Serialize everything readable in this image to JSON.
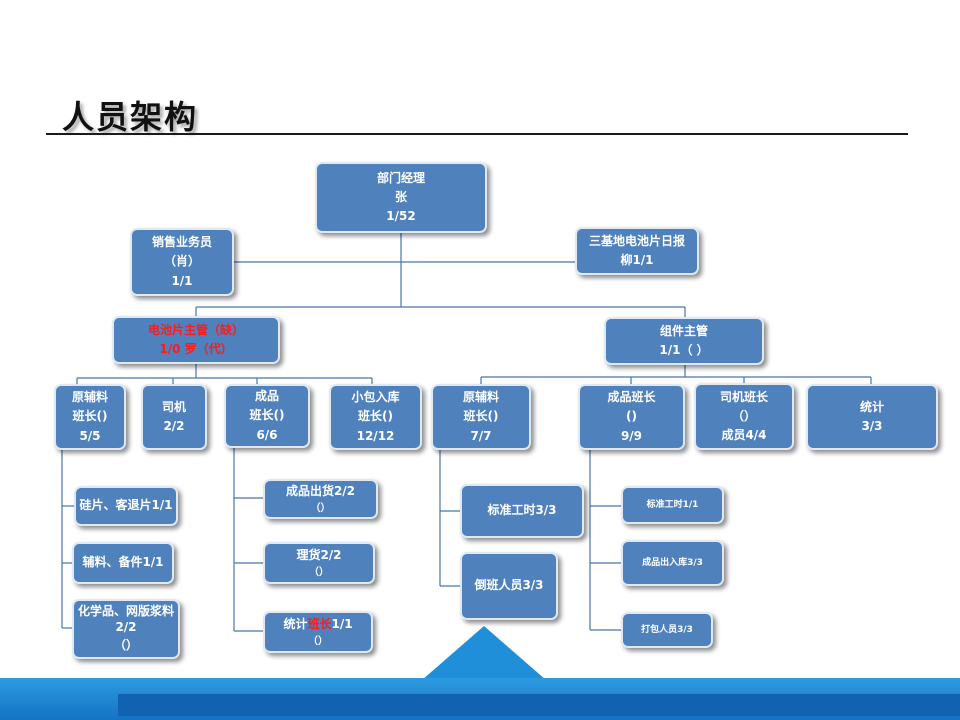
{
  "page": {
    "title": "人员架构"
  },
  "nodes": {
    "manager": [
      "部门经理",
      "张",
      "1/52"
    ],
    "sales": [
      "销售业务员",
      "（肖）",
      "1/1"
    ],
    "report": [
      "三基地电池片日报",
      "柳1/1"
    ],
    "cell_supervisor": [
      "电池片主管（缺）",
      "1/0 罗（代）"
    ],
    "module_supervisor": [
      "组件主管",
      "1/1（ ）"
    ],
    "c_raw": [
      "原辅料",
      "班长()",
      "5/5"
    ],
    "c_driver": [
      "司机",
      "2/2"
    ],
    "c_product": [
      "成品",
      "班长()",
      "6/6"
    ],
    "c_smallpack": [
      "小包入库",
      "班长()",
      "12/12"
    ],
    "m_raw": [
      "原辅料",
      "班长()",
      "7/7"
    ],
    "m_product": [
      "成品班长",
      "()",
      "9/9"
    ],
    "m_driver": [
      "司机班长",
      "（）",
      "成员4/4"
    ],
    "m_stats": [
      "统计",
      "3/3"
    ],
    "c_raw_1": [
      "硅片、客退片1/1"
    ],
    "c_raw_2": [
      "辅料、备件1/1"
    ],
    "c_raw_3": [
      "化学品、网版浆料2/2",
      "（）"
    ],
    "c_prod_1": [
      "成品出货2/2",
      "（）"
    ],
    "c_prod_2": [
      "理货2/2",
      "（）"
    ],
    "c_prod_3": {
      "a": "统计",
      "b": "班长",
      "c": "1/1",
      "d": "（）"
    },
    "m_raw_1": [
      "标准工时3/3"
    ],
    "m_raw_2": [
      "倒班人员3/3"
    ],
    "m_prod_1": [
      "标准工时1/1"
    ],
    "m_prod_2": [
      "成品出入库3/3"
    ],
    "m_prod_3": [
      "打包人员3/3"
    ]
  },
  "colors": {
    "box_fill": "#4f81bd",
    "connector": "#4a74a8",
    "highlight_text": "#ff1a1a",
    "footer_blue": "#1473c4"
  }
}
